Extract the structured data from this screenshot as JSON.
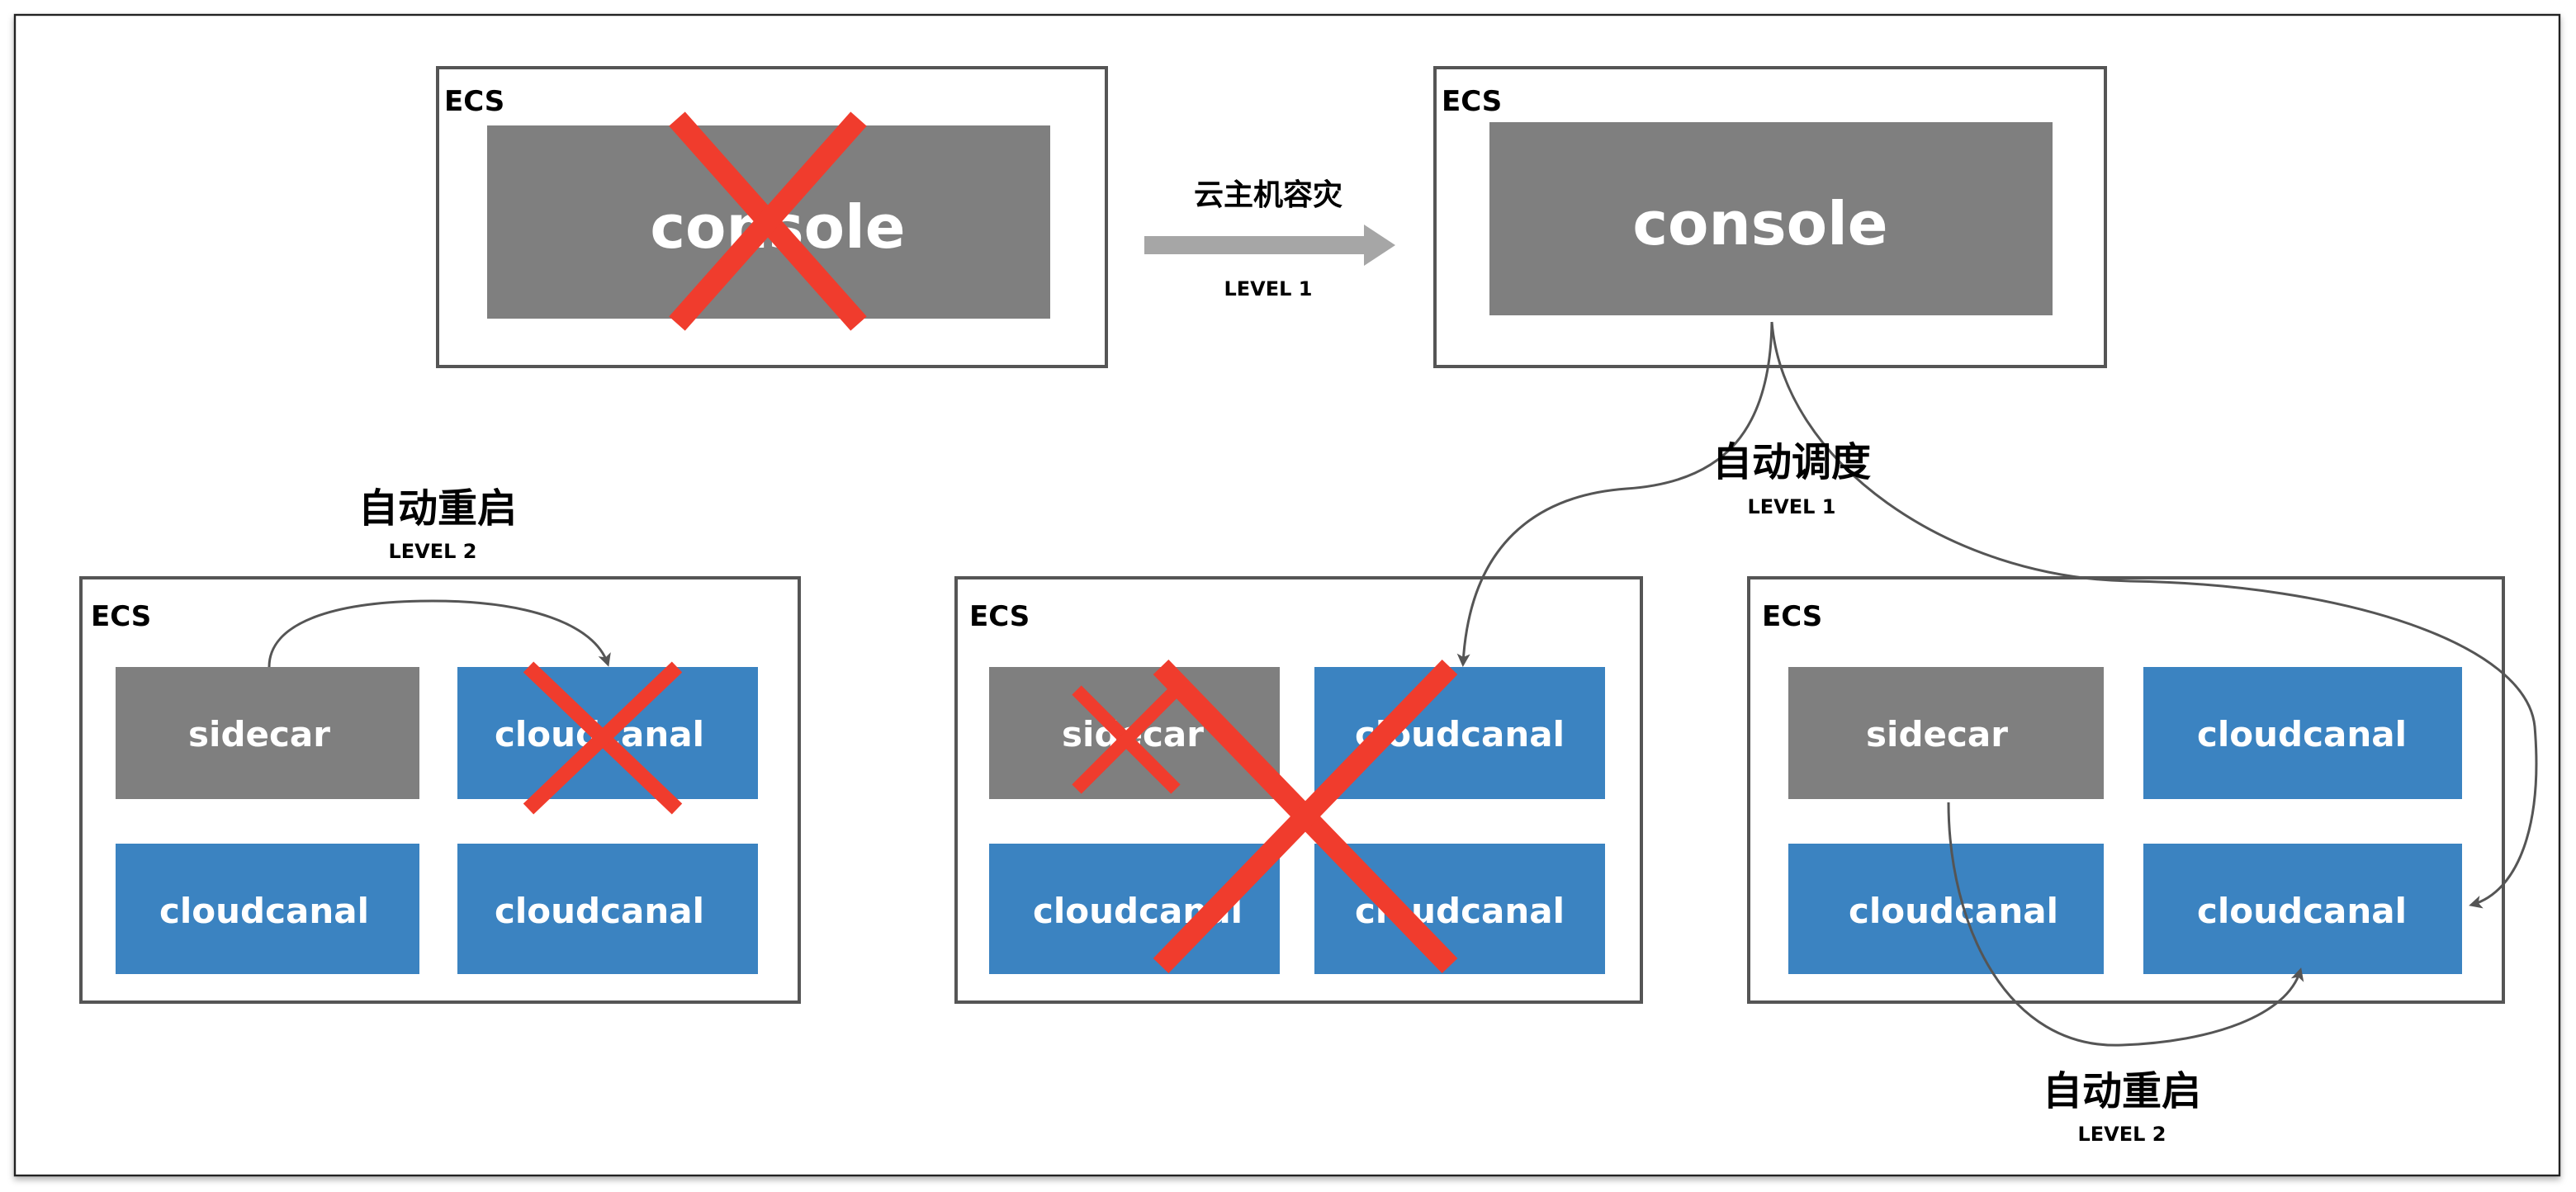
{
  "colors": {
    "node_gray": "#7f7f7f",
    "node_blue": "#3b83c1",
    "failure_x": "#f03c2d",
    "arrow": "#555555",
    "big_arrow": "#a6a6a6"
  },
  "top_left": {
    "ecs_label": "ECS",
    "console_label": "console",
    "failed": true
  },
  "failover": {
    "title": "云主机容灾",
    "level": "LEVEL 1"
  },
  "top_right": {
    "ecs_label": "ECS",
    "console_label": "console"
  },
  "schedule": {
    "title": "自动调度",
    "level": "LEVEL 1"
  },
  "restart_left": {
    "title": "自动重启",
    "level": "LEVEL 2"
  },
  "restart_right": {
    "title": "自动重启",
    "level": "LEVEL 2"
  },
  "bottom_left": {
    "ecs_label": "ECS",
    "nodes": [
      "sidecar",
      "cloudcanal",
      "cloudcanal",
      "cloudcanal"
    ]
  },
  "bottom_middle": {
    "ecs_label": "ECS",
    "nodes": [
      "sidecar",
      "cloudcanal",
      "cloudcanal",
      "cloudcanal"
    ],
    "failed": true
  },
  "bottom_right": {
    "ecs_label": "ECS",
    "nodes": [
      "sidecar",
      "cloudcanal",
      "cloudcanal",
      "cloudcanal"
    ]
  }
}
